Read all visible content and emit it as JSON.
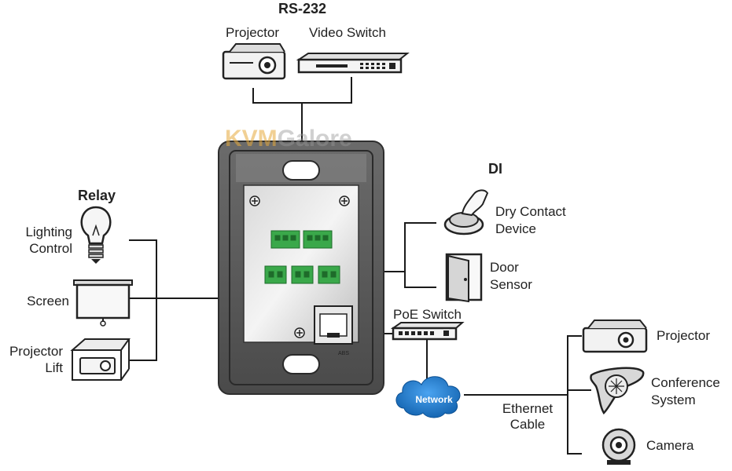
{
  "diagram": {
    "rs232": {
      "heading": "RS-232",
      "projector_label": "Projector",
      "video_switch_label": "Video Switch"
    },
    "relay": {
      "heading": "Relay",
      "lighting_label_line1": "Lighting",
      "lighting_label_line2": "Control",
      "screen_label": "Screen",
      "lift_label_line1": "Projector",
      "lift_label_line2": "Lift"
    },
    "di": {
      "heading": "DI",
      "dry_contact_line1": "Dry Contact",
      "dry_contact_line2": "Device",
      "door_line1": "Door",
      "door_line2": "Sensor"
    },
    "network": {
      "poe_switch_label": "PoE Switch",
      "cloud_label": "Network",
      "ethernet_line1": "Ethernet",
      "ethernet_line2": "Cable",
      "projector_label": "Projector",
      "conference_line1": "Conference",
      "conference_line2": "System",
      "camera_label": "Camera"
    },
    "panel": {
      "abs_mark": "ABS",
      "watermark_a": "KVM",
      "watermark_b": "Galore"
    }
  },
  "colors": {
    "line": "#1a1a1a",
    "panel_frame": "#5a5a5a",
    "terminal_green": "#3aa84a",
    "cloud_blue": "#1a73c8"
  }
}
